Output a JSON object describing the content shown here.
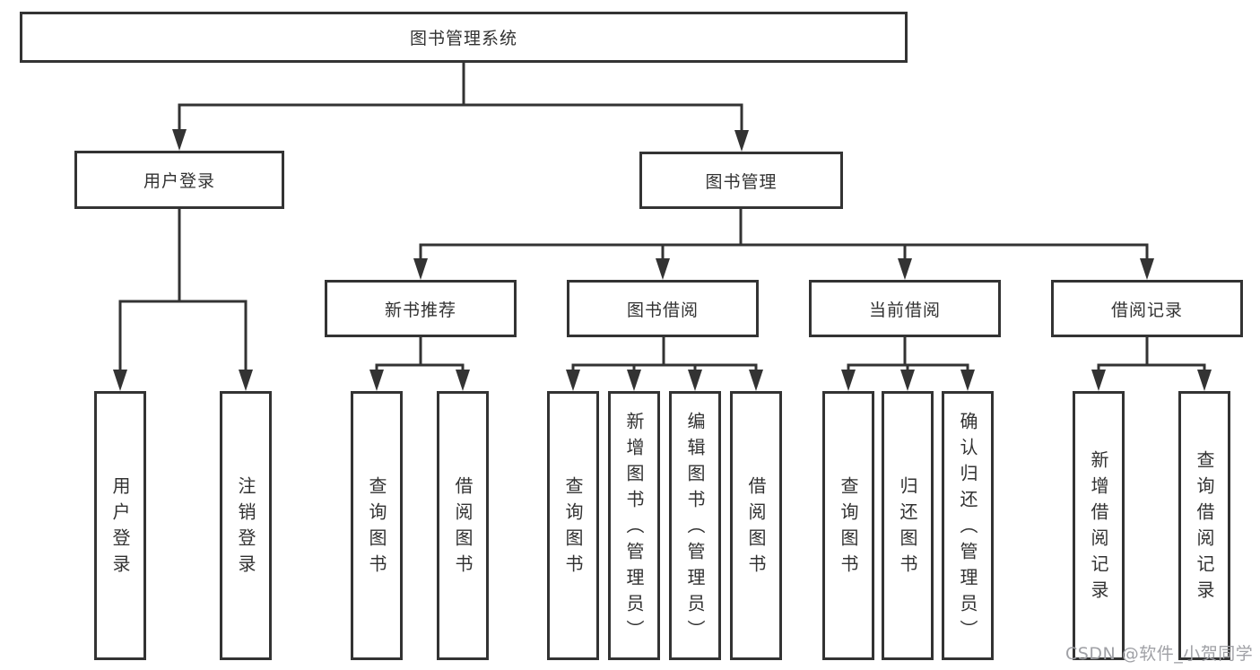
{
  "diagram": {
    "title": "图书管理系统",
    "tree": {
      "label": "图书管理系统",
      "children": [
        {
          "label": "用户登录",
          "children": [
            {
              "label": "用户登录"
            },
            {
              "label": "注销登录"
            }
          ]
        },
        {
          "label": "图书管理",
          "children": [
            {
              "label": "新书推荐",
              "children": [
                {
                  "label": "查询图书"
                },
                {
                  "label": "借阅图书"
                }
              ]
            },
            {
              "label": "图书借阅",
              "children": [
                {
                  "label": "查询图书"
                },
                {
                  "label": "新增图书（管理员）"
                },
                {
                  "label": "编辑图书（管理员）"
                },
                {
                  "label": "借阅图书"
                }
              ]
            },
            {
              "label": "当前借阅",
              "children": [
                {
                  "label": "查询图书"
                },
                {
                  "label": "归还图书"
                },
                {
                  "label": "确认归还（管理员）"
                }
              ]
            },
            {
              "label": "借阅记录",
              "children": [
                {
                  "label": "新增借阅记录"
                },
                {
                  "label": "查询借阅记录"
                }
              ]
            }
          ]
        }
      ]
    }
  },
  "watermark": "CSDN @软件_小贺同学",
  "colors": {
    "line": "#333333",
    "text": "#323232",
    "box_background": "#ffffff",
    "background": "#ffffff",
    "watermark": "#a0a1a6"
  }
}
